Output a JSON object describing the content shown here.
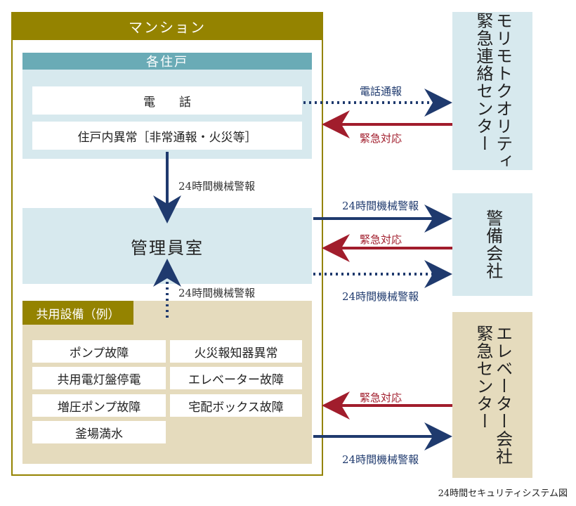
{
  "mansion": {
    "title": "マンション",
    "unit": {
      "title": "各住戸",
      "phone": "電　　話",
      "abnormal": "住戸内異常［非常通報・火災等］"
    },
    "manager_room": "管理員室",
    "shared": {
      "title": "共用設備（例）",
      "items": [
        "ポンプ故障",
        "火災報知器異常",
        "共用電灯盤停電",
        "エレベーター故障",
        "増圧ポンプ故障",
        "宅配ボックス故障",
        "釜場満水"
      ]
    }
  },
  "external": {
    "morimoto": "モリモトクオリティ\n緊急連絡センター",
    "security": "警備会社",
    "elevator": "エレベーター会社\n緊急センター"
  },
  "labels": {
    "phone_report": "電話通報",
    "emergency": "緊急対応",
    "alarm24": "24時間機械警報"
  },
  "caption": "24時間セキュリティシステム図",
  "colors": {
    "olive": "#948300",
    "teal": "#6aabb6",
    "light_blue": "#d7e9ee",
    "tan": "#e5dbbd",
    "navy_arrow": "#1f3a6e",
    "red_arrow": "#a11d2c"
  }
}
